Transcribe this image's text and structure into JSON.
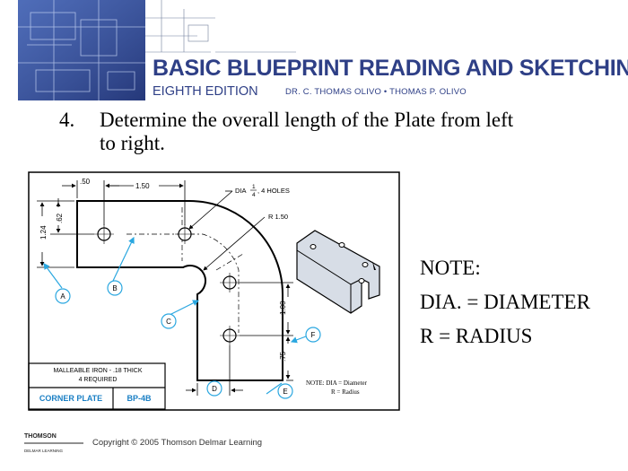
{
  "header": {
    "title": "BASIC BLUEPRINT READING AND SKETCHING",
    "edition": "EIGHTH EDITION",
    "authors": "DR. C. THOMAS OLIVO • THOMAS P. OLIVO"
  },
  "question": {
    "number": "4.",
    "text_line1": "Determine the overall length of the Plate from left",
    "text_line2": "to right."
  },
  "drawing": {
    "dims": {
      "d050": ".50",
      "d150": "1.50",
      "d062": ".62",
      "d124": "1.24",
      "d100": "1.00",
      "d075": ".75"
    },
    "callouts": {
      "dia_prefix": "DIA",
      "dia_num": "1",
      "dia_den": "4",
      "dia_suffix": ", 4 HOLES",
      "radius": "R 1.50"
    },
    "letters": [
      "A",
      "B",
      "C",
      "D",
      "E",
      "F"
    ],
    "title_block": {
      "material": "MALLEABLE IRON - .18 THICK",
      "quantity": "4 REQUIRED",
      "part_name": "CORNER PLATE",
      "part_no": "BP-4B"
    },
    "inner_note": {
      "line1": "NOTE: DIA = Diameter",
      "line2": "R = Radius"
    }
  },
  "note": {
    "heading": "NOTE:",
    "line1": "DIA. = DIAMETER",
    "line2": "R = RADIUS"
  },
  "footer": {
    "logo_line1": "THOMSON",
    "logo_line2": "DELMAR LEARNING",
    "copyright": "Copyright © 2005 Thomson Delmar Learning"
  },
  "colors": {
    "banner_blue": "#2e3f86",
    "callout_blue": "#2aa7e0",
    "title_block_blue": "#1a7fc4"
  }
}
